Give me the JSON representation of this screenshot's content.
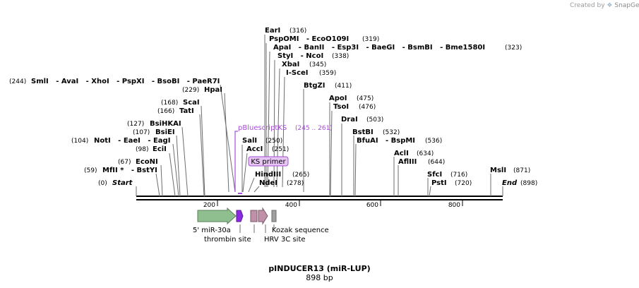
{
  "credit": {
    "prefix": "Created by",
    "brand": "SnapGene"
  },
  "plasmid": {
    "name": "pINDUCER13 (miR-LUP)",
    "size": "898 bp"
  },
  "sites": [
    {
      "name": "EarI",
      "pos": "(316)",
      "bp": 316
    },
    {
      "name": "PspOMI   - EcoO109I",
      "pos": "(319)",
      "bp": 319
    },
    {
      "name": "ApaI   - BanII   - Esp3I   - BaeGI   - BsmBI   - Bme1580I",
      "pos": "(323)",
      "bp": 323
    },
    {
      "name": "StyI   - NcoI",
      "pos": "(338)",
      "bp": 338
    },
    {
      "name": "XbaI",
      "pos": "(345)",
      "bp": 345
    },
    {
      "name": "I-SceI",
      "pos": "(359)",
      "bp": 359
    },
    {
      "name": "SmlI   - AvaI   - XhoI   - PspXI   - BsoBI   - PaeR7I",
      "pos": "(244)",
      "bp": 244
    },
    {
      "name": "HpaI",
      "pos": "(229)",
      "bp": 229
    },
    {
      "name": "BtgZI",
      "pos": "(411)",
      "bp": 411
    },
    {
      "name": "ApoI",
      "pos": "(475)",
      "bp": 475
    },
    {
      "name": "TsoI",
      "pos": "(476)",
      "bp": 476
    },
    {
      "name": "ScaI",
      "pos": "(168)",
      "bp": 168
    },
    {
      "name": "TatI",
      "pos": "(166)",
      "bp": 166
    },
    {
      "name": "DraI",
      "pos": "(503)",
      "bp": 503
    },
    {
      "name": "BsiHKAI",
      "pos": "(127)",
      "bp": 127
    },
    {
      "name": "BsiEI",
      "pos": "(107)",
      "bp": 107
    },
    {
      "name": "BstBI",
      "pos": "(532)",
      "bp": 532
    },
    {
      "name": "NotI   - EaeI   - EagI",
      "pos": "(104)",
      "bp": 104
    },
    {
      "name": "SalI",
      "pos": "(250)",
      "bp": 250
    },
    {
      "name": "BfuAI   - BspMI",
      "pos": "(536)",
      "bp": 536
    },
    {
      "name": "EciI",
      "pos": "(98)",
      "bp": 98
    },
    {
      "name": "AccI",
      "pos": "(251)",
      "bp": 251
    },
    {
      "name": "AclI",
      "pos": "(634)",
      "bp": 634
    },
    {
      "name": "AflIII",
      "pos": "(644)",
      "bp": 644
    },
    {
      "name": "EcoNI",
      "pos": "(67)",
      "bp": 67
    },
    {
      "name": "MfII *   - BstYI",
      "pos": "(59)",
      "bp": 59
    },
    {
      "name": "HindIII",
      "pos": "(265)",
      "bp": 265
    },
    {
      "name": "SfcI",
      "pos": "(716)",
      "bp": 716
    },
    {
      "name": "MslI",
      "pos": "(871)",
      "bp": 871
    },
    {
      "name": "NdeI",
      "pos": "(278)",
      "bp": 278
    },
    {
      "name": "PstI",
      "pos": "(720)",
      "bp": 720
    },
    {
      "name": "Start",
      "pos": "(0)",
      "bp": 0
    },
    {
      "name": "End",
      "pos": "(898)",
      "bp": 898
    }
  ],
  "primers": [
    {
      "name": "pBluescriptKS",
      "range": "(245 .. 261)",
      "start": 245,
      "end": 261
    },
    {
      "name": "KS primer"
    }
  ],
  "ruler": {
    "ticks": [
      "200",
      "400",
      "600",
      "800"
    ],
    "tick_bp": [
      200,
      400,
      600,
      800
    ]
  },
  "features": [
    {
      "name": "5' miR-30a",
      "color": "#8fbf8f"
    },
    {
      "name": "thrombin site",
      "color": "#8a2be2"
    },
    {
      "name": "Kozak sequence",
      "color": "#a0a0a0"
    },
    {
      "name": "HRV 3C site",
      "color": "#c090a8"
    }
  ]
}
